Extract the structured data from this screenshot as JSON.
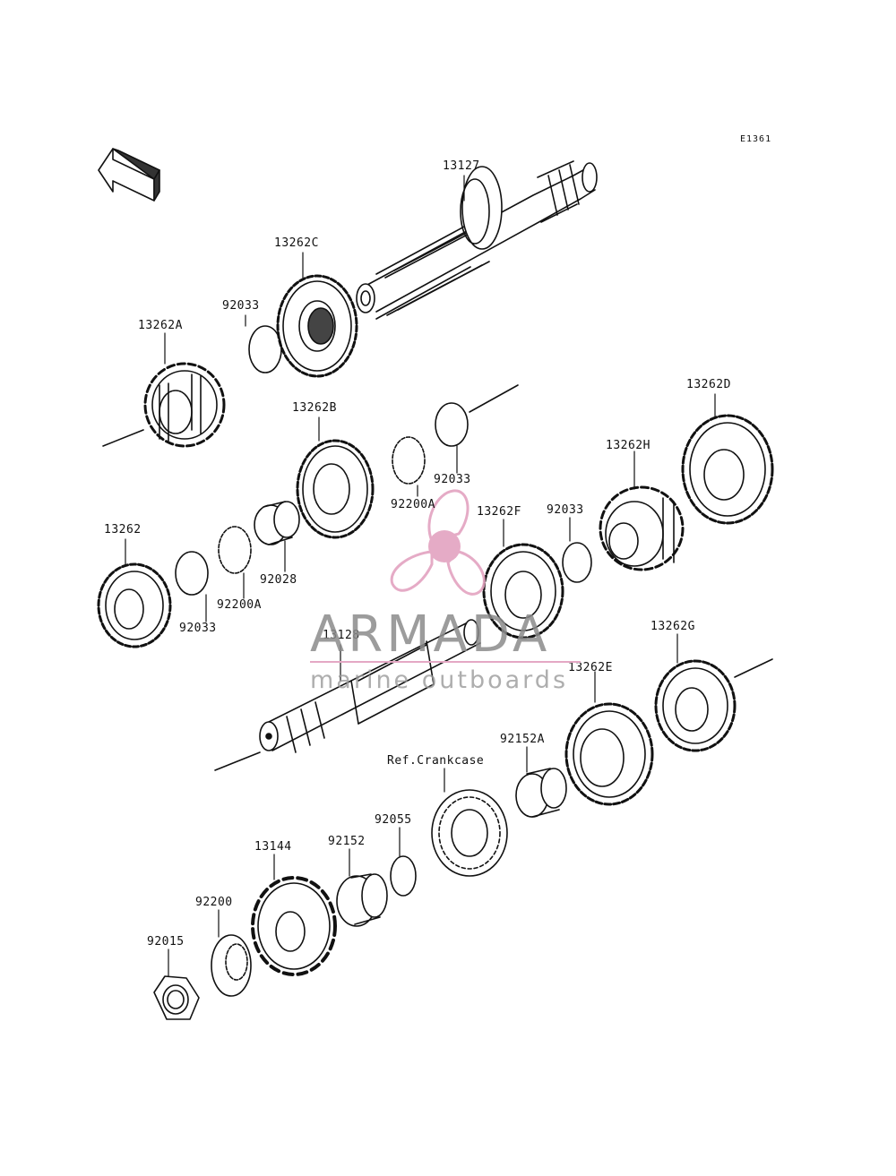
{
  "diagram_code": "E1361",
  "front_label": "FRONT",
  "watermark": {
    "title": "ARMADA",
    "subtitle": "marine outboards",
    "accent": "#e3a3c0"
  },
  "labels": {
    "p13127": "13127",
    "p13262C": "13262C",
    "p92033_a": "92033",
    "p13262A": "13262A",
    "p13262B": "13262B",
    "p92200A_a": "92200A",
    "p92033_b": "92033",
    "p13262D": "13262D",
    "p13262H": "13262H",
    "p92033_c": "92033",
    "p13262F": "13262F",
    "p13262": "13262",
    "p92033_d": "92033",
    "p92200A_b": "92200A",
    "p92028": "92028",
    "p13128": "13128",
    "p13262G": "13262G",
    "p13262E": "13262E",
    "p92152A": "92152A",
    "ref_crankcase": "Ref.Crankcase",
    "p92055": "92055",
    "p92152": "92152",
    "p13144": "13144",
    "p92200": "92200",
    "p92015": "92015"
  }
}
